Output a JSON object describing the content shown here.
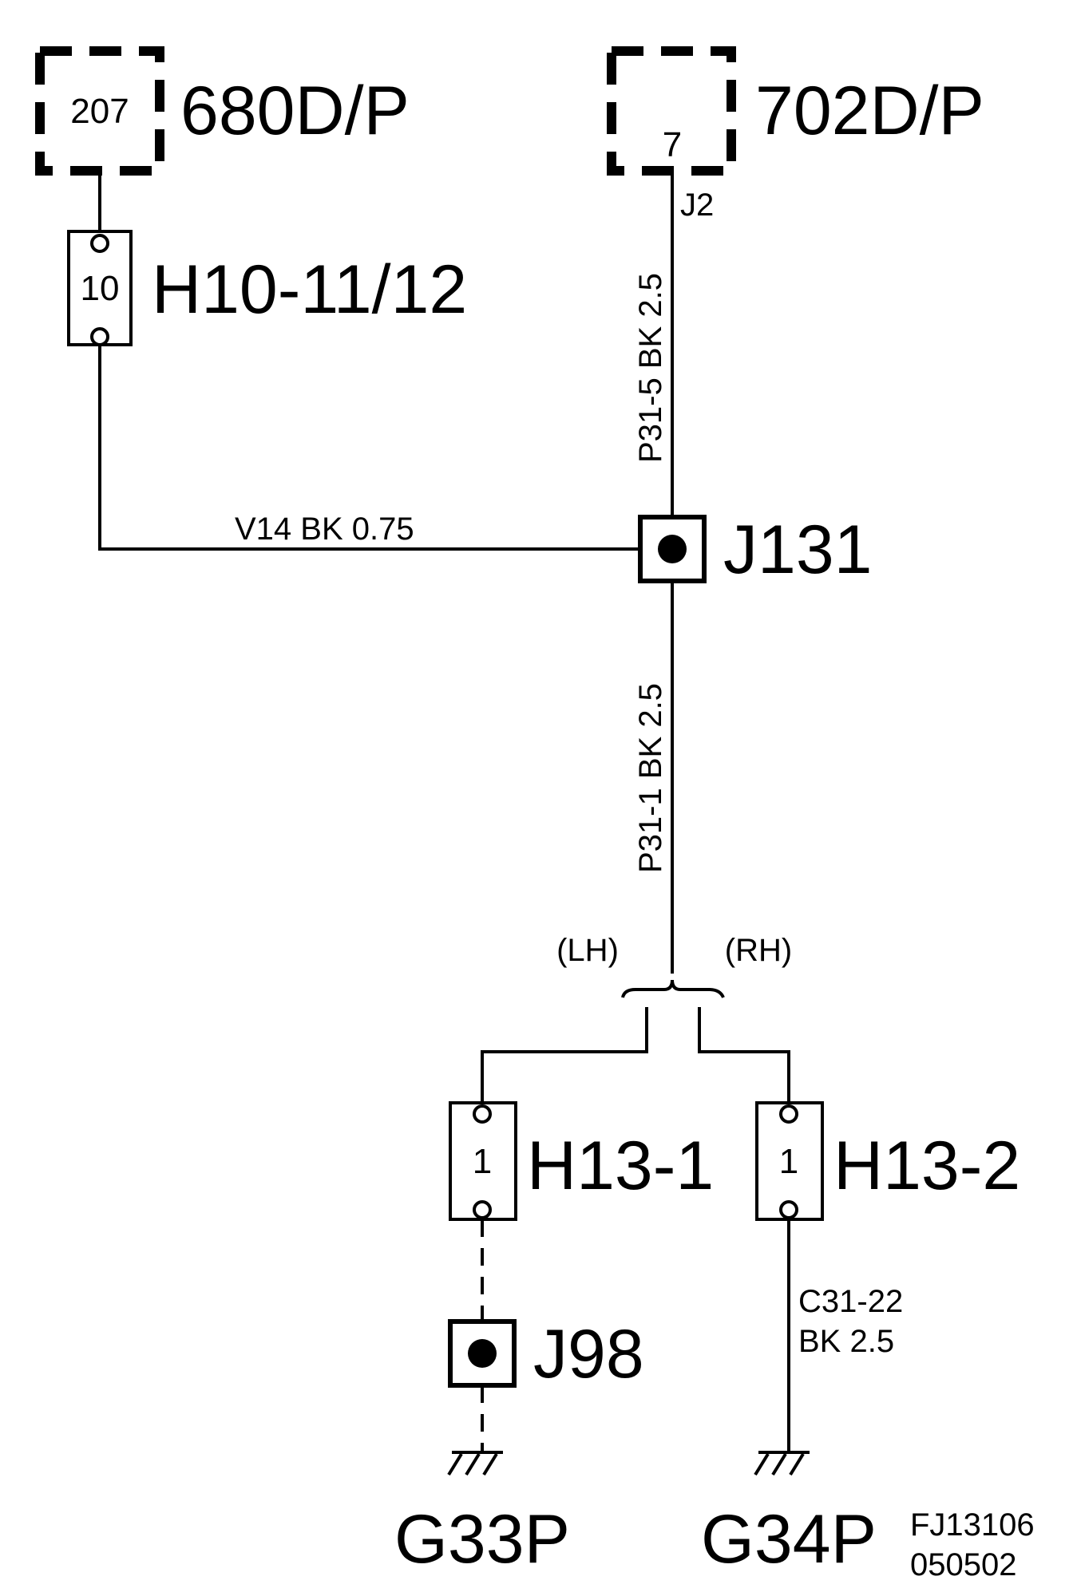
{
  "connectors": {
    "c680": {
      "pin": "207",
      "name": "680D/P"
    },
    "c702": {
      "pin": "7",
      "name": "702D/P",
      "terminal": "J2"
    },
    "h10": {
      "pin": "10",
      "name": "H10-11/12"
    },
    "h13_1": {
      "pin": "1",
      "name": "H13-1"
    },
    "h13_2": {
      "pin": "1",
      "name": "H13-2"
    }
  },
  "splices": {
    "j131": "J131",
    "j98": "J98"
  },
  "wires": {
    "v14": "V14  BK  0.75",
    "p31_5": "P31-5  BK  2.5",
    "p31_1": "P31-1  BK  2.5",
    "c31_22_line1": "C31-22",
    "c31_22_line2": "BK  2.5"
  },
  "branches": {
    "lh": "(LH)",
    "rh": "(RH)"
  },
  "grounds": {
    "g33p": "G33P",
    "g34p": "G34P"
  },
  "figure": {
    "code": "FJ13106",
    "date": "050502"
  }
}
